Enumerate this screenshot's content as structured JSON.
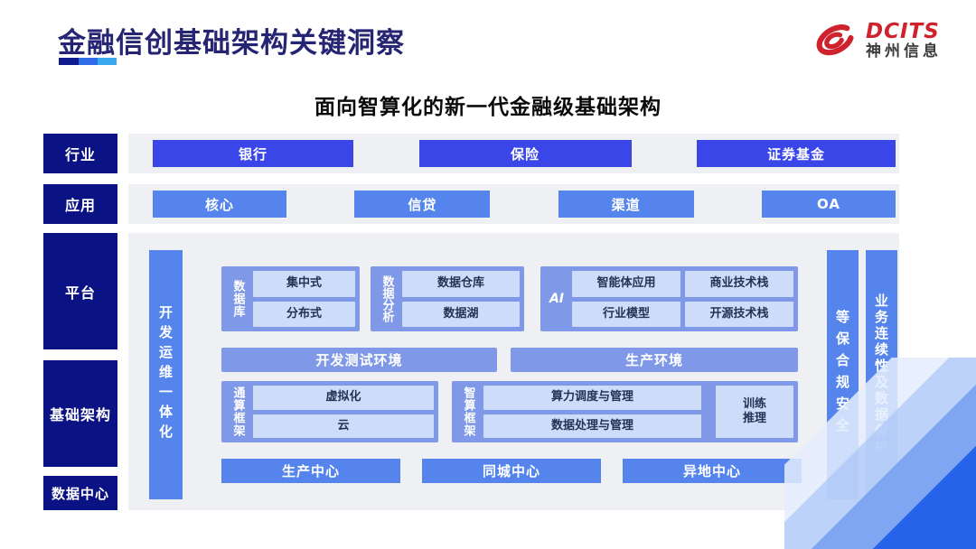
{
  "header": {
    "title": "金融信创基础架构关键洞察",
    "logo": {
      "brand": "DCITS",
      "company": "神州信息"
    }
  },
  "diagram": {
    "title": "面向智算化的新一代金融级基础架构",
    "layers": {
      "industry": {
        "label": "行业",
        "items": [
          "银行",
          "保险",
          "证券基金"
        ]
      },
      "application": {
        "label": "应用",
        "items": [
          "核心",
          "信贷",
          "渠道",
          "OA"
        ]
      },
      "platform": {
        "label": "平台"
      },
      "infrastructure": {
        "label": "基础架构"
      },
      "datacenter": {
        "label": "数据中心"
      }
    },
    "left_bar": "开发运维一体化",
    "right_bars": [
      "等保合规安全",
      "业务连续性及数据保护"
    ],
    "platform_groups": {
      "database": {
        "label": "数据库",
        "items": [
          "集中式",
          "分布式"
        ]
      },
      "analytics": {
        "label": "数据分析",
        "items": [
          "数据仓库",
          "数据湖"
        ]
      },
      "ai": {
        "label": "AI",
        "items": [
          "智能体应用",
          "商业技术栈",
          "行业模型",
          "开源技术栈"
        ]
      }
    },
    "environments": [
      "开发测试环境",
      "生产环境"
    ],
    "frameworks": {
      "general": {
        "label": "通算框架",
        "items": [
          "虚拟化",
          "云"
        ]
      },
      "intelligent": {
        "label": "智算框架",
        "items": [
          "算力调度与管理",
          "数据处理与管理"
        ],
        "side": [
          "训练",
          "推理"
        ]
      }
    },
    "centers": [
      "生产中心",
      "同城中心",
      "异地中心"
    ]
  },
  "colors": {
    "label_navy": "#0b1283",
    "title_navy": "#262573",
    "industry_blue": "#3a46e8",
    "medium_blue": "#5585ec",
    "group_blue": "#8098e8",
    "chip_blue": "#cddcf8",
    "band_gray": "#eff0f3",
    "logo_red": "#d0222c",
    "underline": [
      "#101c8e",
      "#2e6ce8",
      "#38a9ef"
    ]
  }
}
